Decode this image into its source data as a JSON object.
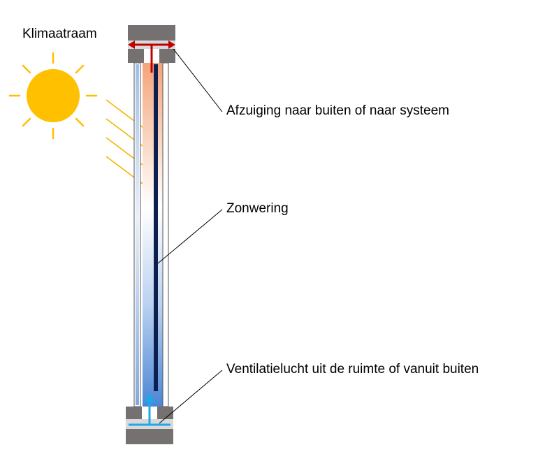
{
  "title": "Klimaatraam",
  "labels": {
    "exhaust": "Afzuiging naar buiten of naar systeem",
    "shading": "Zonwering",
    "ventilation": "Ventilatielucht uit de ruimte of vanuit buiten"
  },
  "icons": {
    "sun": "sun-icon",
    "sun_rays": "sun-ray-arrows",
    "exhaust_arrow": "exhaust-t-arrow",
    "intake_arrow": "intake-t-arrow"
  },
  "colors": {
    "sun": "#FFC000",
    "sun_rays": "#F5B400",
    "frame": "#767171",
    "frame_light": "#D9D9D9",
    "exhaust_arrow": "#C00000",
    "intake_arrow": "#1EA8E8",
    "blind": "#0D1F4F",
    "cavity_warm": "#F4A47A",
    "cavity_cool": "#4A86D6",
    "leader_line": "#000000"
  }
}
